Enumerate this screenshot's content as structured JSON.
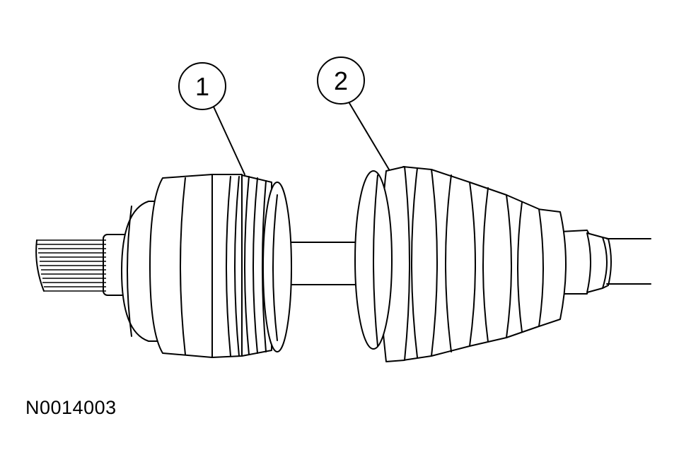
{
  "callouts": [
    {
      "label": "1"
    },
    {
      "label": "2"
    }
  ],
  "figure_code": "N0014003",
  "colors": {
    "line": "#000000",
    "background": "#ffffff"
  }
}
